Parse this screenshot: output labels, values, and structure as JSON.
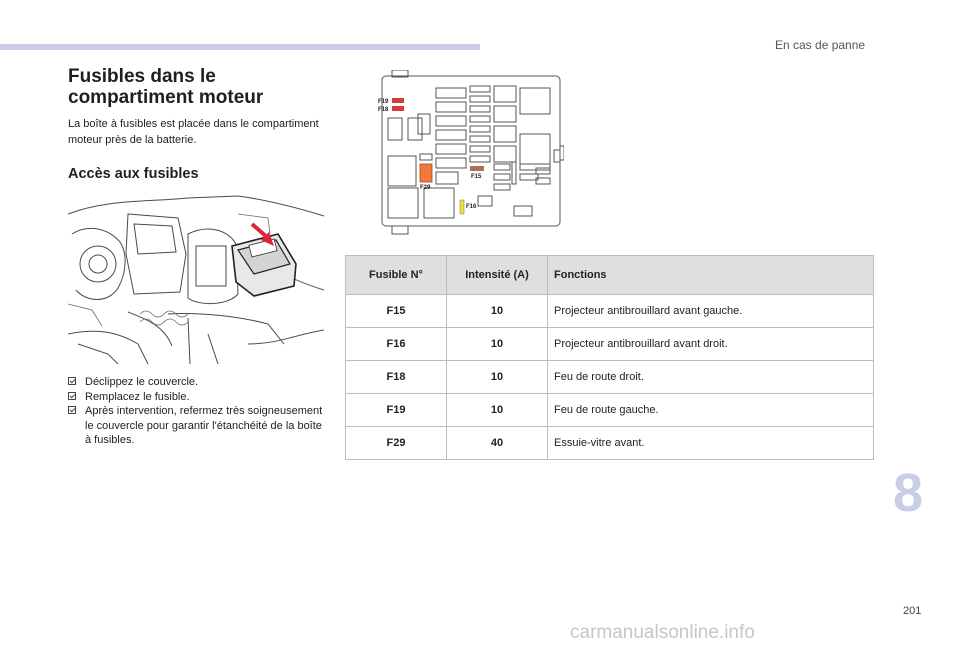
{
  "header": {
    "section": "En cas de panne"
  },
  "main": {
    "title": "Fusibles dans le compartiment moteur",
    "intro": "La boîte à fusibles est placée dans le compartiment moteur près de la batterie.",
    "subtitle": "Accès aux fusibles",
    "steps": [
      "Déclippez le couvercle.",
      "Remplacez le fusible.",
      "Après intervention, refermez très soigneusement le couvercle pour garantir l'étanchéité de la boîte à fusibles."
    ]
  },
  "diagram": {
    "labels": {
      "f19": "F19",
      "f18": "F18",
      "f15": "F15",
      "f29": "F29",
      "f16": "F16"
    },
    "colors": {
      "red": "#d23a3a",
      "orange": "#f07a3a",
      "brown": "#b07058",
      "yellow": "#e6e62a"
    }
  },
  "table": {
    "headers": [
      "Fusible N°",
      "Intensité (A)",
      "Fonctions"
    ],
    "rows": [
      {
        "fuse": "F15",
        "amp": "10",
        "func": "Projecteur antibrouillard avant gauche."
      },
      {
        "fuse": "F16",
        "amp": "10",
        "func": "Projecteur antibrouillard avant droit."
      },
      {
        "fuse": "F18",
        "amp": "10",
        "func": "Feu de route droit."
      },
      {
        "fuse": "F19",
        "amp": "10",
        "func": "Feu de route gauche."
      },
      {
        "fuse": "F29",
        "amp": "40",
        "func": "Essuie-vitre avant."
      }
    ]
  },
  "footer": {
    "chapter": "8",
    "page": "201",
    "watermark": "carmanualsonline.info"
  }
}
